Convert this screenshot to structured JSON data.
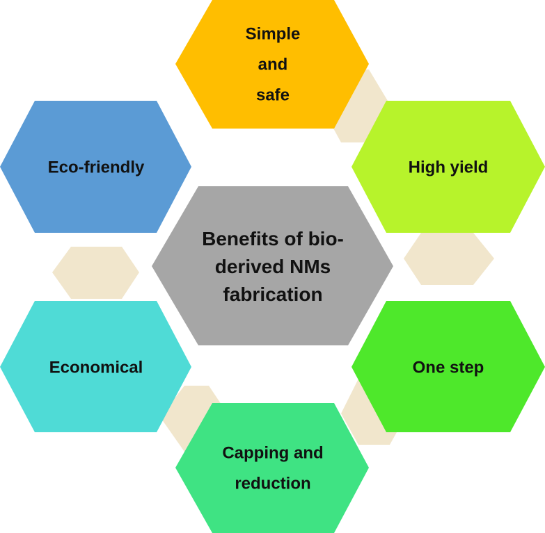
{
  "diagram": {
    "center": {
      "lines": [
        "Benefits of bio-",
        "derived NMs",
        "fabrication"
      ],
      "color": "#A6A6A6"
    },
    "benefits": [
      {
        "id": "simple-and-safe",
        "lines": [
          "Simple",
          "and",
          "safe"
        ],
        "color": "#FFBE00"
      },
      {
        "id": "high-yield",
        "lines": [
          "High yield"
        ],
        "color": "#B7F32B"
      },
      {
        "id": "one-step",
        "lines": [
          "One step"
        ],
        "color": "#4EE82B"
      },
      {
        "id": "capping-and-reduction",
        "lines": [
          "Capping and",
          "reduction"
        ],
        "color": "#3FE383"
      },
      {
        "id": "economical",
        "lines": [
          "Economical"
        ],
        "color": "#4FDBD6"
      },
      {
        "id": "eco-friendly",
        "lines": [
          "Eco-friendly"
        ],
        "color": "#5B9BD5"
      }
    ],
    "connector_color": "#F1E6CC"
  }
}
